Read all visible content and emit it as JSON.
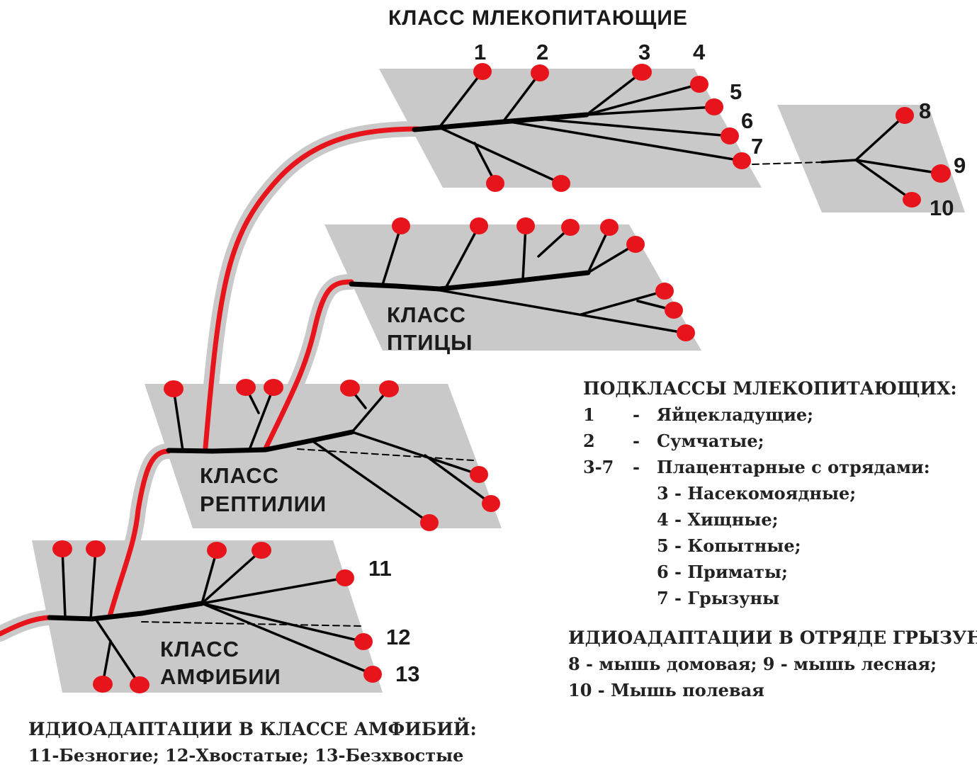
{
  "title": "КЛАСС МЛЕКОПИТАЮЩИЕ",
  "classes": {
    "birds": [
      "КЛАСС",
      "ПТИЦЫ"
    ],
    "reptiles": [
      "КЛАСС",
      "РЕПТИЛИИ"
    ],
    "amphibians": [
      "КЛАСС",
      "АМФИБИИ"
    ]
  },
  "leaf_numbers": [
    "1",
    "2",
    "3",
    "4",
    "5",
    "6",
    "7",
    "8",
    "9",
    "10",
    "11",
    "12",
    "13"
  ],
  "mammal_subclasses": {
    "heading": "ПОДКЛАССЫ МЛЕКОПИТАЮЩИХ:",
    "items": [
      {
        "code": "1",
        "dash": "-",
        "text": "Яйцекладущие;"
      },
      {
        "code": "2",
        "dash": "-",
        "text": "Сумчатые;"
      },
      {
        "code": "3-7",
        "dash": "-",
        "text": "Плацентарные с отрядами:"
      }
    ],
    "orders": [
      "3 - Насекомоядные;",
      "4 - Хищные;",
      "5 - Копытные;",
      "6 - Приматы;",
      "7 - Грызуны"
    ]
  },
  "rodent_adaptations": {
    "heading": "ИДИОАДАПТАЦИИ В ОТРЯДЕ ГРЫЗУНОВ:",
    "lines": [
      "8 - мышь домовая; 9 - мышь лесная;",
      "10 - Мышь полевая"
    ]
  },
  "amphibian_adaptations": {
    "heading": "ИДИОАДАПТАЦИИ В КЛАССЕ АМФИБИЙ:",
    "line": "11-Безногие; 12-Хвостатые; 13-Безхвостые"
  },
  "colors": {
    "plane": "#c9c9c9",
    "branch": "#000000",
    "trunk": "#e8141b",
    "node": "#e8141b",
    "text": "#1a1a1a"
  }
}
